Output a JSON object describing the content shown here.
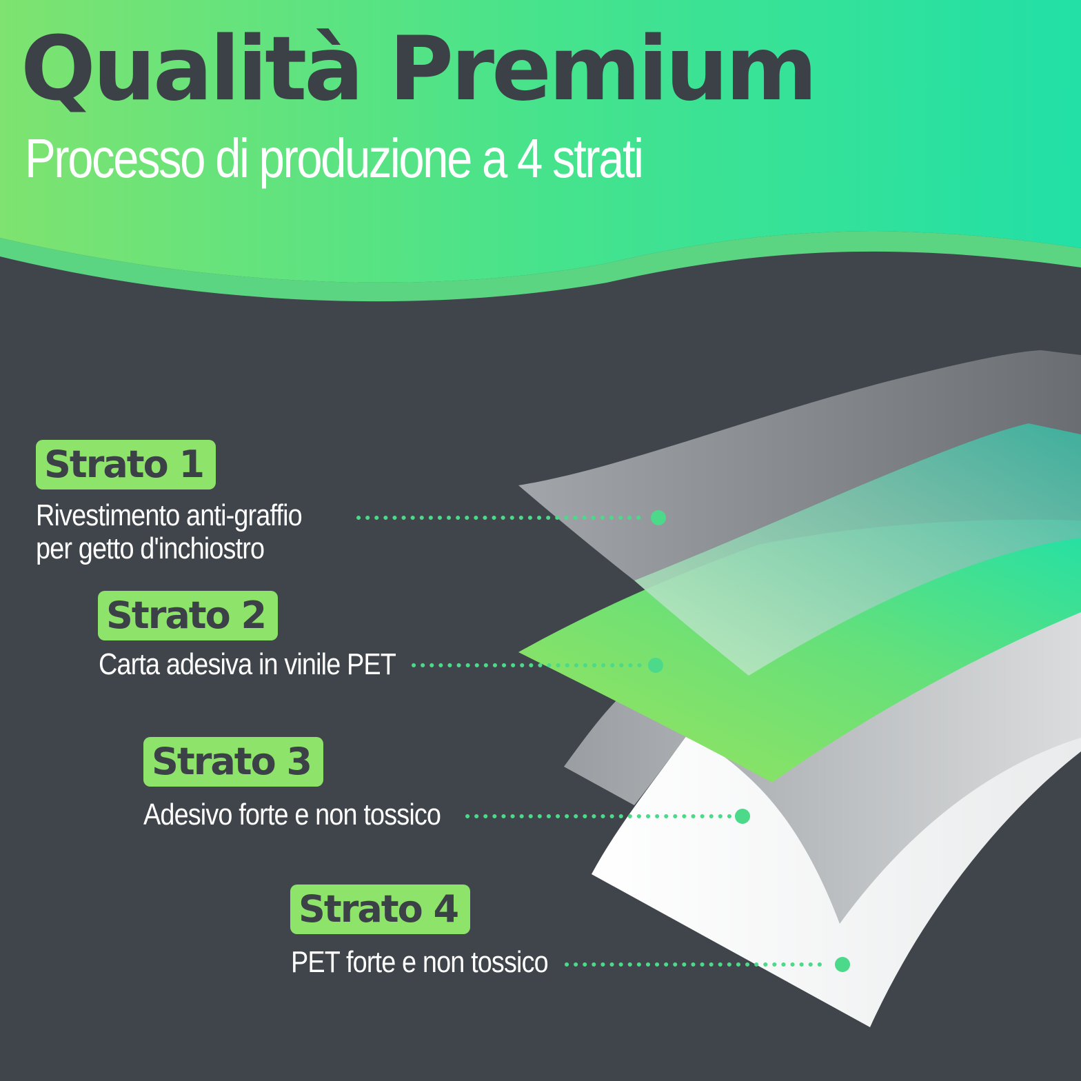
{
  "header": {
    "title": "Qualità Premium",
    "subtitle": "Processo di produzione a 4 strati"
  },
  "colors": {
    "background": "#40454b",
    "text_dark": "#3c4147",
    "accent_green": "#8ee36a",
    "accent_mint": "#2fe0a0",
    "dot": "#4cd98a"
  },
  "layers": [
    {
      "badge": "Strato 1",
      "lines": [
        "Rivestimento anti-graffio",
        "per getto d'inchiostro"
      ]
    },
    {
      "badge": "Strato 2",
      "lines": [
        "Carta adesiva in vinile PET"
      ]
    },
    {
      "badge": "Strato 3",
      "lines": [
        "Adesivo forte e non tossico"
      ]
    },
    {
      "badge": "Strato 4",
      "lines": [
        "PET forte e non tossico"
      ]
    }
  ]
}
